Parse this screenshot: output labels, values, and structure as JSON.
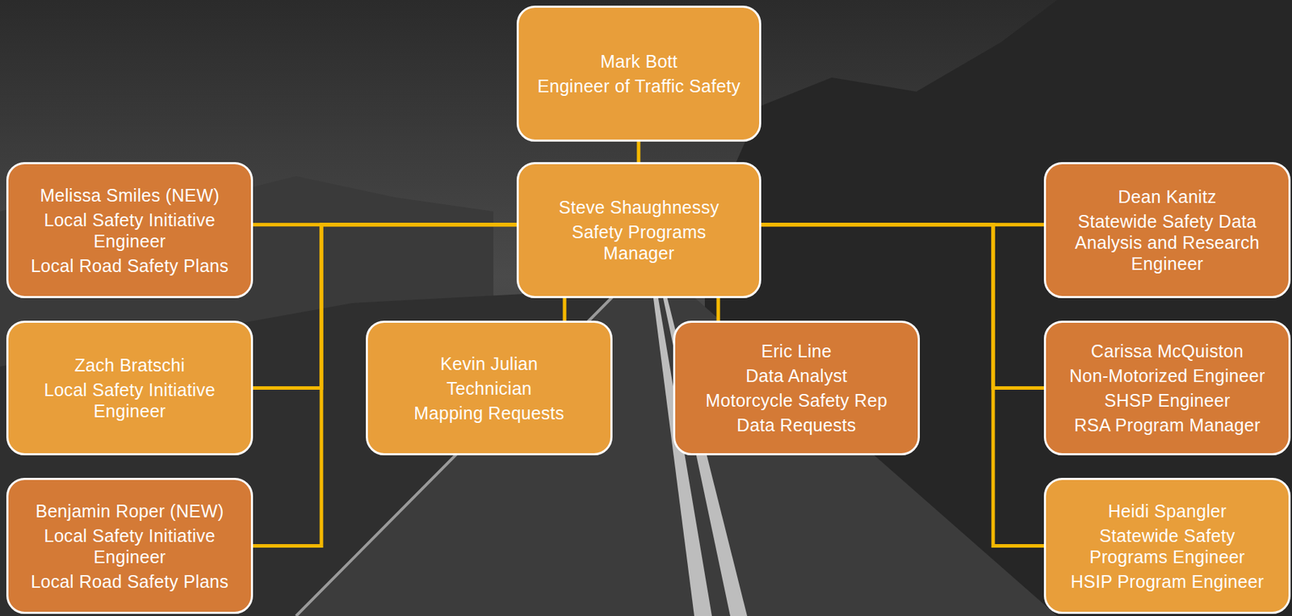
{
  "diagram": {
    "nodes": [
      {
        "text": [
          "Mark Bott",
          "Engineer of Traffic Safety"
        ]
      },
      {
        "text": [
          "Melissa Smiles (NEW)",
          "Local Safety Initiative Engineer",
          "Local Road Safety Plans"
        ]
      },
      {
        "text": [
          "Steve Shaughnessy",
          "Safety Programs Manager"
        ]
      },
      {
        "text": [
          "Dean Kanitz",
          "Statewide Safety Data Analysis and Research Engineer"
        ]
      },
      {
        "text": [
          "Zach Bratschi",
          "Local Safety Initiative Engineer"
        ]
      },
      {
        "text": [
          "Kevin Julian",
          "Technician",
          "Mapping Requests"
        ]
      },
      {
        "text": [
          "Eric Line",
          "Data Analyst",
          "Motorcycle Safety Rep",
          "Data Requests"
        ]
      },
      {
        "text": [
          "Carissa McQuiston",
          "Non-Motorized Engineer",
          "SHSP Engineer",
          "RSA Program Manager"
        ]
      },
      {
        "text": [
          "Benjamin Roper (NEW)",
          "Local Safety Initiative Engineer",
          "Local Road Safety Plans"
        ]
      },
      {
        "text": [
          "Heidi Spangler",
          "Statewide Safety Programs Engineer",
          "HSIP Program Engineer"
        ]
      }
    ],
    "edges": [
      {
        "from": 0,
        "to": 2,
        "arrow": "none"
      },
      {
        "from": 2,
        "to": 1,
        "arrow": "none"
      },
      {
        "from": 2,
        "to": 4,
        "arrow": "none"
      },
      {
        "from": 2,
        "to": 8,
        "arrow": "none"
      },
      {
        "from": 2,
        "to": 5,
        "arrow": "none"
      },
      {
        "from": 2,
        "to": 6,
        "arrow": "none"
      },
      {
        "from": 2,
        "to": 3,
        "arrow": "none"
      },
      {
        "from": 2,
        "to": 7,
        "arrow": "none"
      },
      {
        "from": 2,
        "to": 9,
        "arrow": "none"
      }
    ]
  }
}
